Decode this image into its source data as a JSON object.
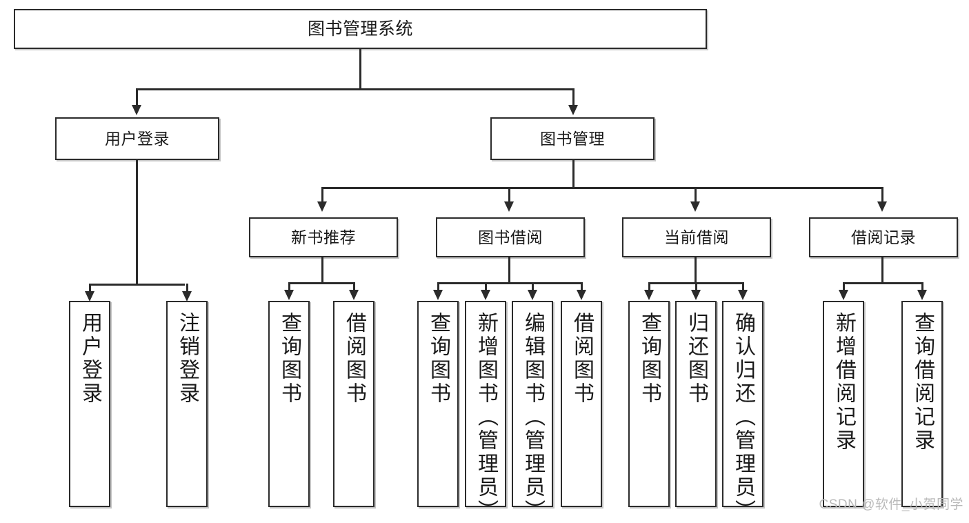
{
  "diagram": {
    "type": "tree-hierarchy",
    "title": "图书管理系统",
    "watermark": "CSDN @软件_小贺同学",
    "colors": {
      "stroke": "#2b2b2b",
      "fill": "#ffffff",
      "text": "#1a1a1a",
      "watermark": "#b9b9b9",
      "background": "#ffffff"
    },
    "levels": {
      "level1": {
        "label": "图书管理系统"
      },
      "level2": [
        {
          "label": "用户登录"
        },
        {
          "label": "图书管理"
        }
      ],
      "level3": [
        {
          "label": "新书推荐"
        },
        {
          "label": "图书借阅"
        },
        {
          "label": "当前借阅"
        },
        {
          "label": "借阅记录"
        }
      ],
      "level4": {
        "user_login": [
          {
            "label": "用户登录"
          },
          {
            "label": "注销登录"
          }
        ],
        "new_book_recommend": [
          {
            "label": "查询图书"
          },
          {
            "label": "借阅图书"
          }
        ],
        "book_borrow": [
          {
            "label": "查询图书"
          },
          {
            "label": "新增图书（管理员）"
          },
          {
            "label": "编辑图书（管理员）"
          },
          {
            "label": "借阅图书"
          }
        ],
        "current_borrow": [
          {
            "label": "查询图书"
          },
          {
            "label": "归还图书"
          },
          {
            "label": "确认归还（管理员）"
          }
        ],
        "borrow_record": [
          {
            "label": "新增借阅记录"
          },
          {
            "label": "查询借阅记录"
          }
        ]
      }
    }
  }
}
